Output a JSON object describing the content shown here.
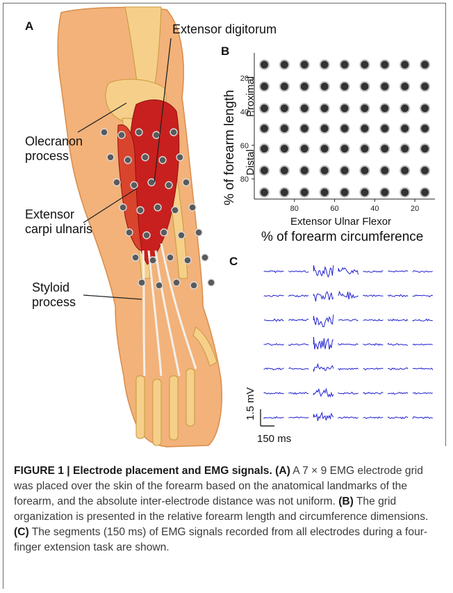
{
  "panels": {
    "a": "A",
    "b": "B",
    "c": "C"
  },
  "anatomy_labels": {
    "extensor_digitorum": "Extensor digitorum",
    "olecranon": [
      "Olecranon",
      "process"
    ],
    "extensor_carpi": [
      "Extensor",
      "carpi ulnaris"
    ],
    "styloid": [
      "Styloid",
      "process"
    ]
  },
  "grid_chart": {
    "ylabel": "% of forearm length",
    "ylabel_proximal": "Proximal",
    "ylabel_distal": "Distal",
    "y_ticks": [
      "20",
      "40",
      "60",
      "80"
    ],
    "x_ticks": [
      "80",
      "60",
      "40",
      "20"
    ],
    "x_region_labels": "Extensor  Ulnar  Flexor",
    "xlabel": "% of forearm circumference"
  },
  "chart_data": {
    "type": "scatter",
    "rows": 7,
    "cols": 9,
    "x_values": [
      95,
      85,
      75,
      65,
      55,
      45,
      35,
      25,
      15
    ],
    "y_values": [
      12,
      25,
      38,
      50,
      62,
      75,
      88
    ],
    "x_reversed": true,
    "y_reversed": true,
    "x_ticks": [
      80,
      60,
      40,
      20
    ],
    "y_ticks": [
      20,
      40,
      60,
      80
    ],
    "xlim": [
      100,
      10
    ],
    "ylim": [
      5,
      92
    ],
    "xlabel": "% of forearm circumference",
    "ylabel": "% of forearm length",
    "marker_color": "#333333"
  },
  "emg": {
    "rows": 7,
    "segments_per_row": 7,
    "trace_color": "#1f1fd0",
    "scale_voltage": "1.5 mV",
    "scale_time": "150 ms"
  },
  "caption": {
    "label": "FIGURE 1 | Electrode placement and EMG signals.",
    "a_tag": "(A)",
    "a_text": " A 7 × 9 EMG electrode grid was placed over the skin of the forearm based on the anatomical landmarks of the forearm, and the absolute inter-electrode distance was not uniform. ",
    "b_tag": "(B)",
    "b_text": " The grid organization is presented in the relative forearm length and circumference dimensions. ",
    "c_tag": "(C)",
    "c_text": " The segments (150 ms) of EMG signals recorded from all electrodes during a four-finger extension task are shown."
  },
  "colors": {
    "frame": "#6b6b6b",
    "skin": "#f2b27a",
    "bone": "#f6d08a",
    "muscle": "#c8201e"
  }
}
